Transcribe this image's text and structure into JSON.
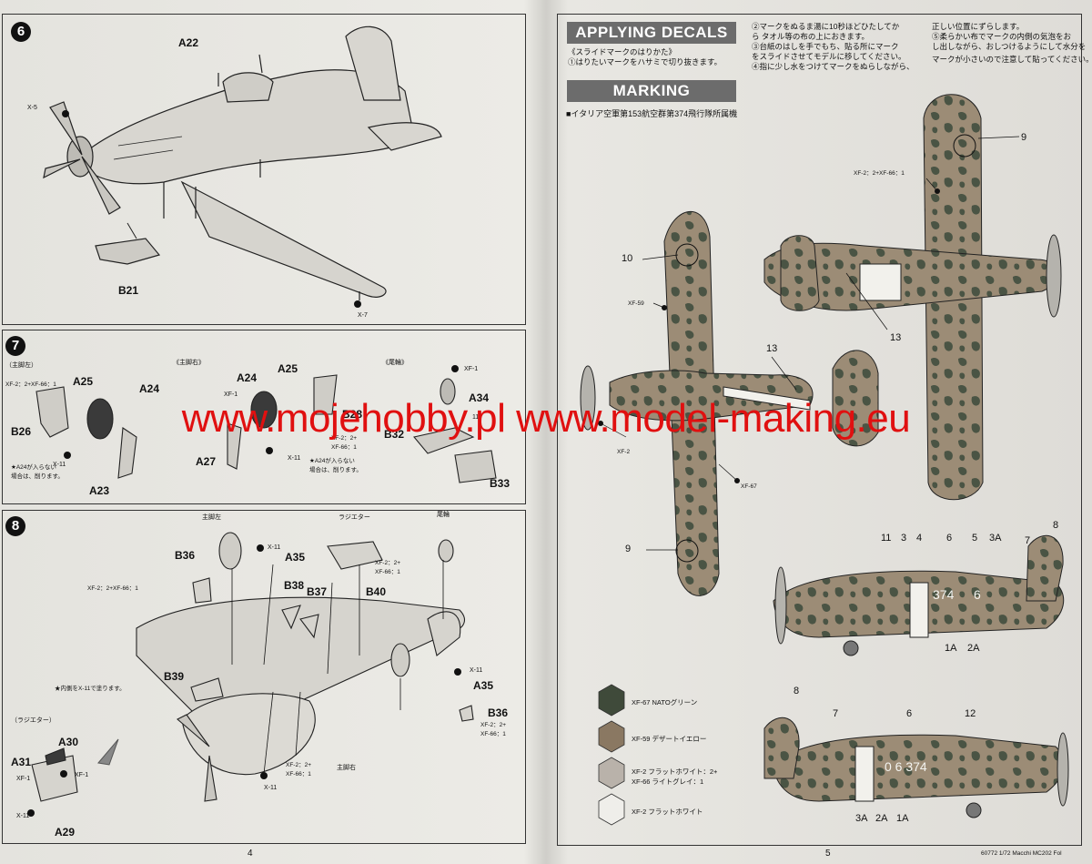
{
  "left_page": {
    "page_number": "4",
    "step6": {
      "number": "6",
      "parts": [
        "A22",
        "X-5",
        "B21",
        "X-7"
      ]
    },
    "step7": {
      "number": "7",
      "left_gear_title": "（主脚左）",
      "right_gear_title": "《主脚右》",
      "tail_wheel_title": "《尾輪》",
      "paint_left": "XF-2：2+XF-66：1",
      "parts": [
        "A25",
        "A24",
        "B26",
        "X-11",
        "A23",
        "A24",
        "A25",
        "XF-1",
        "B28",
        "A27",
        "X-11",
        "XF-1",
        "A34",
        "11",
        "B32",
        "B33"
      ],
      "note_left": "★A24が入らない\n場合は、削ります。",
      "note_right": "★A24が入らない\n場合は、削ります。",
      "paint_right": "XF-2：2+\nXF-66：1"
    },
    "step8": {
      "number": "8",
      "main_gear_left": "主脚左",
      "radiator_label": "ラジエター",
      "tail_wheel": "尾輪",
      "main_gear_right": "主脚右",
      "inner_note": "★内側をX-11で塗ります。",
      "radiator_title": "（ラジエター）",
      "parts": [
        "B36",
        "X-11",
        "A35",
        "B38",
        "B37",
        "B40",
        "B39",
        "X-11",
        "A35",
        "B36",
        "A30",
        "A31",
        "XF-1",
        "XF-1",
        "X-11",
        "A29",
        "X-11"
      ],
      "paint_a": "XF-2：2+XF-66：1",
      "paint_b": "XF-2：2+\nXF-66：1",
      "paint_c": "XF-2：2+\nXF-66：1",
      "paint_d": "XF-2：2+\nXF-66：1"
    }
  },
  "right_page": {
    "page_number": "5",
    "applying_decals_title": "APPLYING DECALS",
    "decals_jp_title": "《スライドマークのはりかた》",
    "decal_steps": [
      "①はりたいマークをハサミで切り抜きます。",
      "②マークをぬるま湯に10秒ほどひたしてか",
      "ら タオル等の布の上におきます。",
      "③台紙のはしを手でもち、貼る所にマーク",
      "をスライドさせてモデルに移してください。",
      "④指に少し水をつけてマークをぬらしながら、",
      "正しい位置にずらします。",
      "⑤柔らかい布でマークの内側の気泡をお",
      "し出しながら、おしつけるようにして水分を",
      "マークが小さいので注意して貼ってください。"
    ],
    "marking_title": "MARKING",
    "unit_caption": "■イタリア空軍第153航空群第374飛行隊所属機",
    "callouts": [
      "9",
      "10",
      "13",
      "13",
      "9",
      "11",
      "3",
      "4",
      "6",
      "5",
      "3A",
      "7",
      "8",
      "1A",
      "2A",
      "8",
      "7",
      "6",
      "12",
      "3A",
      "2A",
      "1A"
    ],
    "paint_callouts": [
      "XF-2：2+XF-66：1",
      "XF-59",
      "XF-2",
      "XF-67"
    ],
    "fuselage_codes": [
      "374",
      "6",
      "0 6 374"
    ],
    "legend": [
      {
        "code": "XF-67 NATOグリーン",
        "color": "#3f4a3a"
      },
      {
        "code": "XF-59 デザートイエロー",
        "color": "#8a7862"
      },
      {
        "code": "XF-2 フラットホワイト：2+\nXF-66 ライトグレイ：1",
        "color": "#b9b2aa"
      },
      {
        "code": "XF-2 フラットホワイト",
        "color": "#efeeea"
      }
    ],
    "footer": "60772  1/72 Macchi MC202 Fol"
  },
  "watermark": "www.mojehobby.pl www.model-making.eu"
}
